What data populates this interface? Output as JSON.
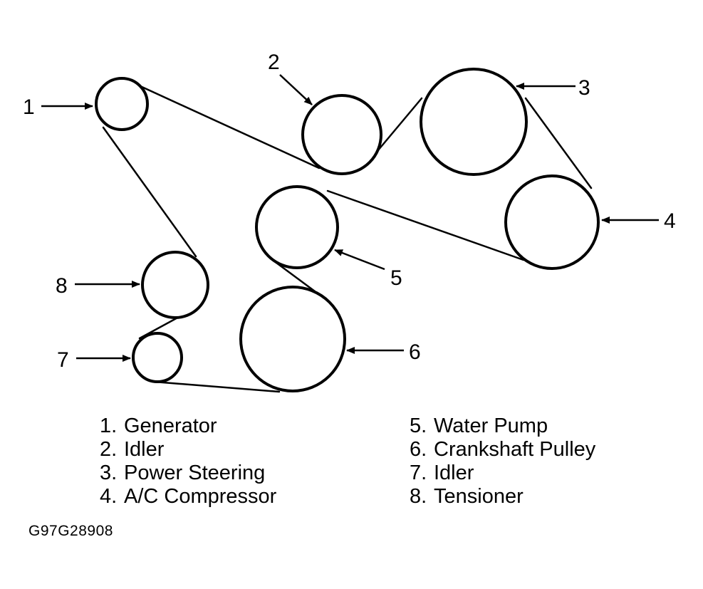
{
  "callouts": [
    "1",
    "2",
    "3",
    "4",
    "5",
    "6",
    "7",
    "8"
  ],
  "legend": [
    {
      "num": "1.",
      "name": "Generator"
    },
    {
      "num": "2.",
      "name": "Idler"
    },
    {
      "num": "3.",
      "name": "Power Steering"
    },
    {
      "num": "4.",
      "name": "A/C Compressor"
    },
    {
      "num": "5.",
      "name": "Water Pump"
    },
    {
      "num": "6.",
      "name": "Crankshaft Pulley"
    },
    {
      "num": "7.",
      "name": "Idler"
    },
    {
      "num": "8.",
      "name": "Tensioner"
    }
  ],
  "figure_code": "G97G28908",
  "colors": {
    "stroke": "#000000",
    "background": "#ffffff"
  }
}
